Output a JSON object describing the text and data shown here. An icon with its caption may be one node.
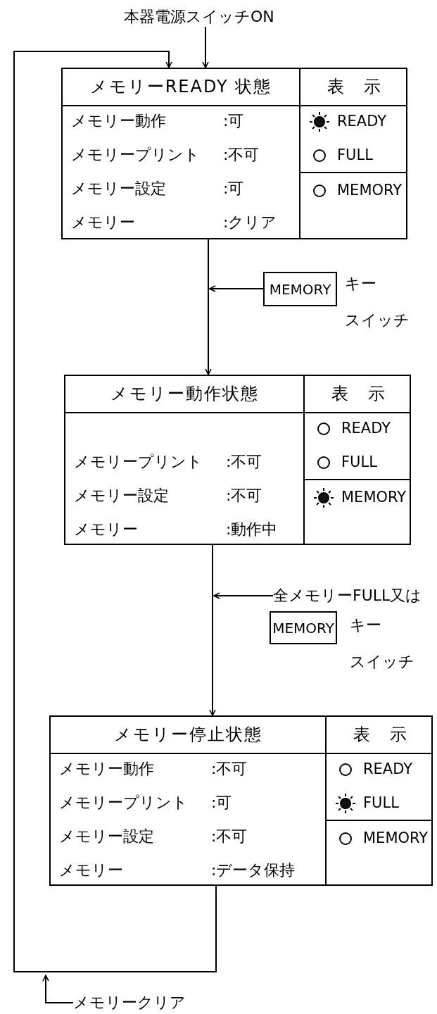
{
  "diagram": {
    "nodes": [
      {
        "text": [
          "本器電源スイッチON"
        ]
      },
      {
        "text": [
          "メモリーREADY 状態",
          "メモリー動作",
          ":可",
          "メモリープリント",
          ":不可",
          "メモリー設定",
          ":可",
          "メモリー",
          ":クリア"
        ]
      },
      {
        "text": [
          "表示",
          "READY",
          "FULL",
          "MEMORY"
        ],
        "in": 1
      },
      {
        "text": [
          "MEMORY"
        ],
        "beside": [
          "キー",
          "スイッチ"
        ]
      },
      {
        "text": [
          "メモリー動作状態",
          "メモリープリント",
          ":不可",
          "メモリー設定",
          ":不可",
          "メモリー",
          ":動作中"
        ]
      },
      {
        "text": [
          "表示",
          "READY",
          "FULL",
          "MEMORY"
        ],
        "in": 4
      },
      {
        "text": [
          "全メモリーFULL又は"
        ]
      },
      {
        "text": [
          "MEMORY"
        ],
        "beside": [
          "キー",
          "スイッチ"
        ]
      },
      {
        "text": [
          "メモリー停止状態",
          "メモリー動作",
          ":不可",
          "メモリープリント",
          ":可",
          "メモリー設定",
          ":不可",
          "メモリー",
          ":データ保持"
        ]
      },
      {
        "text": [
          "表示",
          "READY",
          "FULL",
          "MEMORY"
        ],
        "in": 8
      },
      {
        "text": [
          "メモリークリア"
        ]
      }
    ],
    "edges": [
      {
        "from": 0,
        "to": 1,
        "arrow": "to"
      },
      {
        "from": 1,
        "to": 4,
        "arrow": "to"
      },
      {
        "from": 4,
        "to": 8,
        "arrow": "to"
      },
      {
        "from": 8,
        "to": 1,
        "arrow": "to"
      },
      {
        "from": 3,
        "to": null,
        "arrow": "to"
      },
      {
        "from": 6,
        "to": null,
        "arrow": "to"
      },
      {
        "from": 10,
        "to": null,
        "arrow": "to"
      }
    ]
  }
}
